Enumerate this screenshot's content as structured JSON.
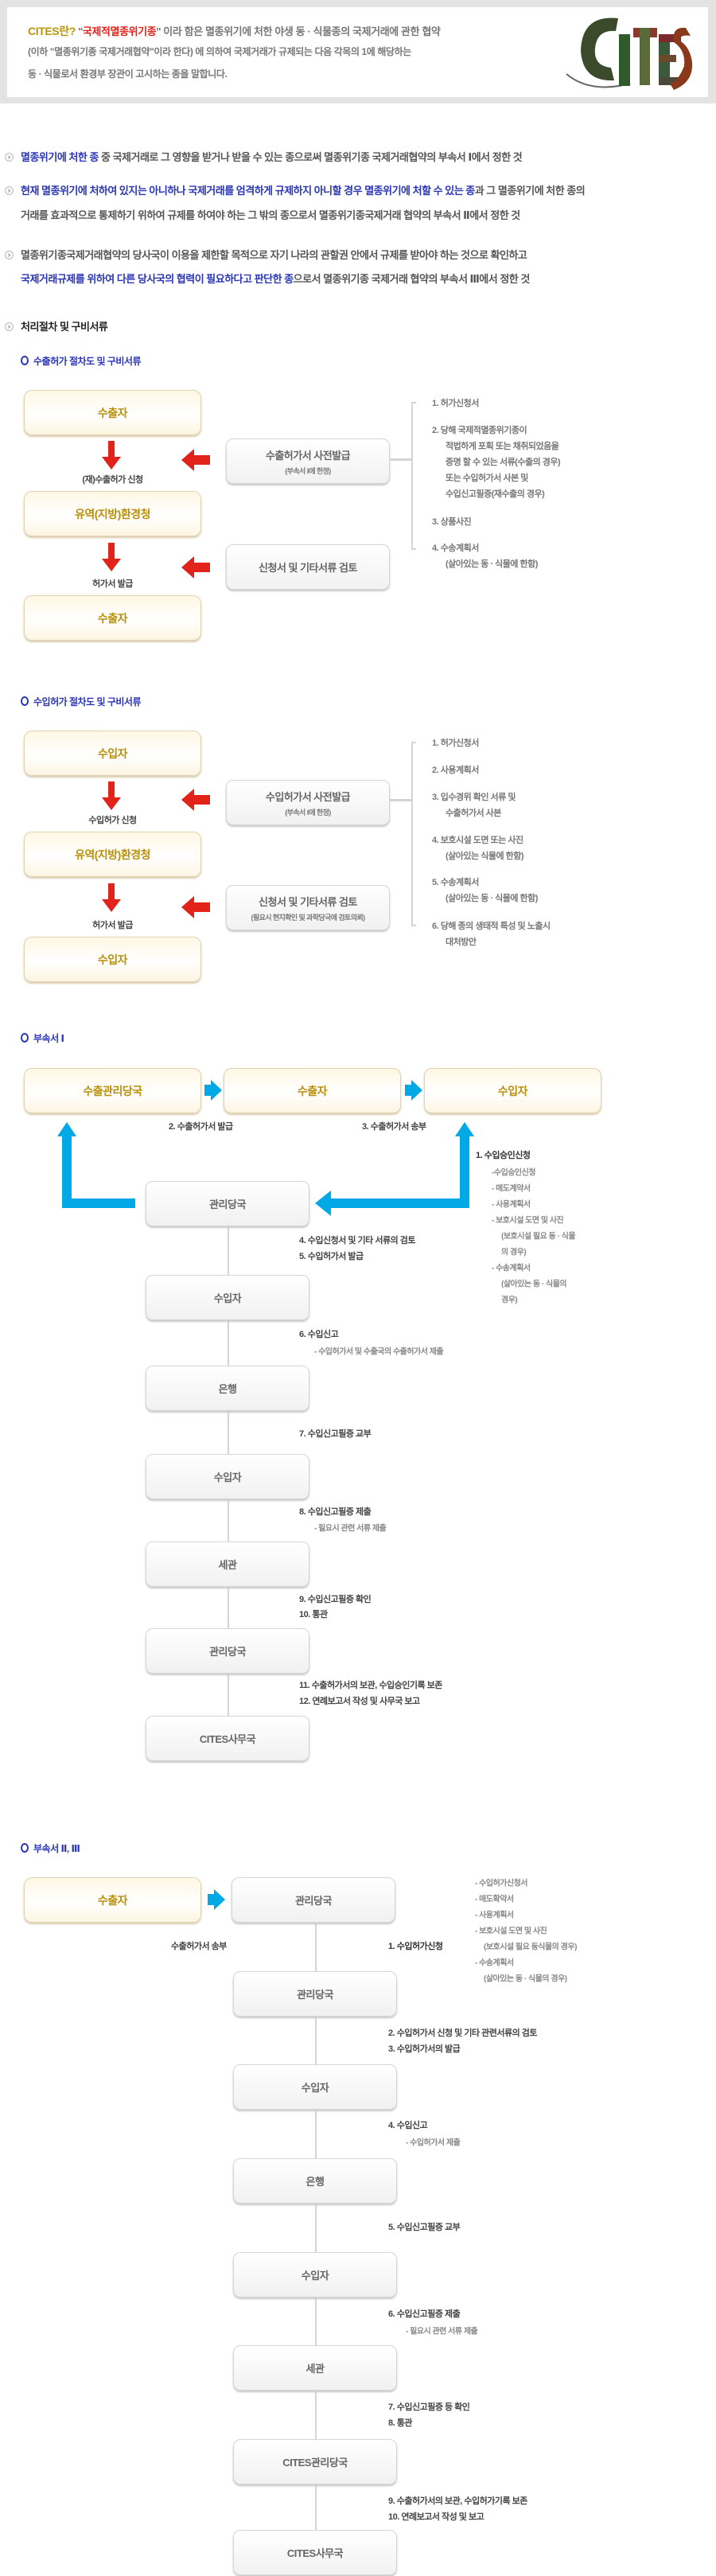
{
  "header": {
    "cites_label": "CITES란?",
    "quote_open": " \"",
    "term": "국제적멸종위기종",
    "quote_close": "\"",
    "line1_rest": " 이라 함은 멸종위기에 처한 야생 동 · 식물종의 국제거래에 관한 협약",
    "line2": "(이하 \"멸종위기종 국제거래협약\"이라 한다) 에 의하여 국제거래가 규제되는 다음 각목의 1에 해당하는",
    "line3": "동 · 식물로서 환경부 장관이 고시하는 종을 말합니다.",
    "logo_text": "CITES"
  },
  "bullets": [
    {
      "highlight": "멸종위기에 처한 종",
      "rest": " 중 국제거래로 그 영향을 받거나 받을 수 있는 종으로써 멸종위기종 국제거래협약의 부속서 Ⅰ에서 정한 것"
    },
    {
      "highlight": "현재 멸종위기에 처하여 있지는 아니하나 국제거래를 엄격하게 규제하지 아니할 경우 멸종위기에 처할 수 있는 종",
      "rest": "과 그 멸종위기에 처한 종의",
      "line2": "거래를 효과적으로 통제하기 위하여 규제를 하여야 하는 그 밖의 종으로서 멸종위기종국제거래 협약의 부속서 Ⅱ에서 정한 것"
    },
    {
      "line1": "멸종위기종국제거래협약의 당사국이 이용을 제한할 목적으로 자기 나라의 관할권 안에서 규제를 받아야 하는 것으로 확인하고",
      "highlight": "국제거래규제를 위하여 다른 당사국의 협력이 필요하다고 판단한 종",
      "rest": "으로서 멸종위기종 국제거래 협약의 부속서 Ⅲ에서 정한 것"
    },
    {
      "title": "처리절차 및 구비서류"
    }
  ],
  "export": {
    "title": "수출허가 절차도 및 구비서류",
    "box1": "수출자",
    "step1": "(재)수출허가 신청",
    "box2": "유역(지방)환경청",
    "step2": "허가서 발급",
    "box3": "수출자",
    "mid1": "수출허가서 사전발급",
    "mid1_sub": "(부속서 Ⅰ에 한정)",
    "mid2": "신청서 및 기타서류 검토",
    "docs": [
      "1. 허가신청서",
      "2. 당해 국제적멸종위기종이",
      "적법하게 포획 또는 채취되었음을",
      "증명 할 수 있는 서류(수출의 경우)",
      "또는 수입허가서 사본 및",
      "수입신고필증(재수출의 경우)",
      "3. 상품사진",
      "4. 수송계획서",
      "(살아있는 동 · 식물에 한함)"
    ]
  },
  "import": {
    "title": "수입허가 절차도 및 구비서류",
    "box1": "수입자",
    "step1": "수입허가 신청",
    "box2": "유역(지방)환경청",
    "step2": "허가서 발급",
    "box3": "수입자",
    "mid1": "수입허가서 사전발급",
    "mid1_sub": "(부속서 Ⅰ에 한정)",
    "mid2": "신청서 및 기타서류 검토",
    "mid2_sub": "(필요시 현지확인 및 과학당국에 검토의뢰)",
    "docs": [
      "1. 허가신청서",
      "2. 사용계획서",
      "3. 입수경위 확인 서류 및",
      "수출허가서 사본",
      "4. 보호시설 도면 또는 사진",
      "(살아있는 식물에 한함)",
      "5. 수송계획서",
      "(살아있는 동 · 식물에 한함)",
      "6. 당해 종의 생태적 특성 및 노출시",
      "대처방안"
    ]
  },
  "annex1": {
    "title": "부속서 Ⅰ",
    "top": [
      "수출관리당국",
      "수출자",
      "수입자"
    ],
    "label2": "2. 수출허가서 발급",
    "label3": "3. 수출허가서 송부",
    "apply": "1. 수입승인신청",
    "apply_docs": [
      "-수입승인신청",
      "- 매도계약서",
      "- 사용계획서",
      "- 보호시설 도면 및 사진",
      "(보호시설 필요 동 · 식물",
      "의 경우)",
      "- 수송계획서",
      "(살아있는 동 · 식물의",
      "경우)"
    ],
    "nodes": [
      "관리당국",
      "수입자",
      "은행",
      "수입자",
      "세관",
      "관리당국",
      "CITES사무국"
    ],
    "steps": [
      [
        "4. 수입신청서 및 기타 서류의 검토",
        "5. 수입허가서 발급"
      ],
      [
        "6. 수입신고",
        "- 수입허가서 및 수출국의 수출허가서 제출"
      ],
      [
        "7. 수입신고필증 교부"
      ],
      [
        "8. 수입신고필증 제출",
        "- 필요시 관련 서류 제출"
      ],
      [
        "9. 수입신고필증 확인",
        "10. 통관"
      ],
      [
        "11. 수출허가서의 보관, 수입승인기록 보존",
        "12. 연례보고서 작성 및 사무국 보고"
      ]
    ]
  },
  "annex23": {
    "title": "부속서 Ⅱ, Ⅲ",
    "exporter": "수출자",
    "send": "수출허가서 송부",
    "apply": "1. 수입허가신청",
    "apply_docs": [
      "- 수입허가신청서",
      "- 매도확약서",
      "- 사용계획서",
      "- 보호시설 도면 및 사진",
      "(보호시설 필요 동식물의 경우)",
      "- 수송계획서",
      "(살아있는 동 · 식물의 경우)"
    ],
    "nodes": [
      "관리당국",
      "관리당국",
      "수입자",
      "은행",
      "수입자",
      "세관",
      "CITES관리당국",
      "CITES사무국"
    ],
    "steps": [
      [
        "2. 수입허가서 신청 및 기타 관련서류의 검토",
        "3. 수입허가서의 발급"
      ],
      [
        "4. 수입신고",
        "- 수입허가서 제출"
      ],
      [
        "5. 수입신고필증 교부"
      ],
      [
        "6. 수입신고필증 제출",
        "- 필요시 관련 서류 제출"
      ],
      [
        "7. 수입신고필증 등 확인",
        "8. 통관"
      ],
      [
        "9. 수출허가서의 보관, 수입허가기록 보존",
        "10. 연례보고서 작성 및 보고"
      ]
    ]
  },
  "colors": {
    "red": "#e2231a",
    "blue": "#00a9e6",
    "gold": "#b8960a",
    "emph": "#2a35b8"
  }
}
